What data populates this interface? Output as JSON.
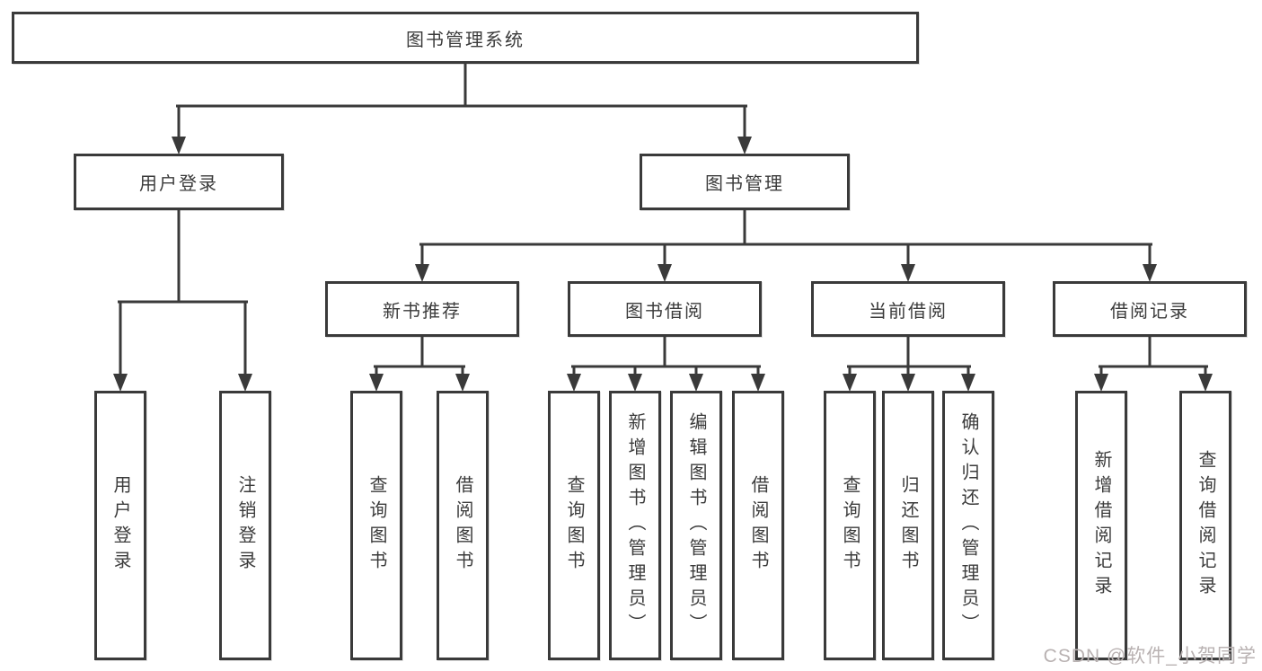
{
  "diagram": {
    "root": "图书管理系统",
    "branches": [
      {
        "label": "用户登录",
        "children": [
          "用户登录",
          "注销登录"
        ]
      },
      {
        "label": "图书管理",
        "children": [
          {
            "label": "新书推荐",
            "children": [
              "查询图书",
              "借阅图书"
            ]
          },
          {
            "label": "图书借阅",
            "children": [
              "查询图书",
              "新增图书（管理员）",
              "编辑图书（管理员）",
              "借阅图书"
            ]
          },
          {
            "label": "当前借阅",
            "children": [
              "查询图书",
              "归还图书",
              "确认归还（管理员）"
            ]
          },
          {
            "label": "借阅记录",
            "children": [
              "新增借阅记录",
              "查询借阅记录"
            ]
          }
        ]
      }
    ]
  },
  "watermark": "CSDN @软件_小贺同学",
  "colors": {
    "line": "#3a3a3a",
    "box_border": "#3a3a3a",
    "text": "#3b3b3b",
    "watermark": "#b9b2b2",
    "background": "#ffffff"
  }
}
